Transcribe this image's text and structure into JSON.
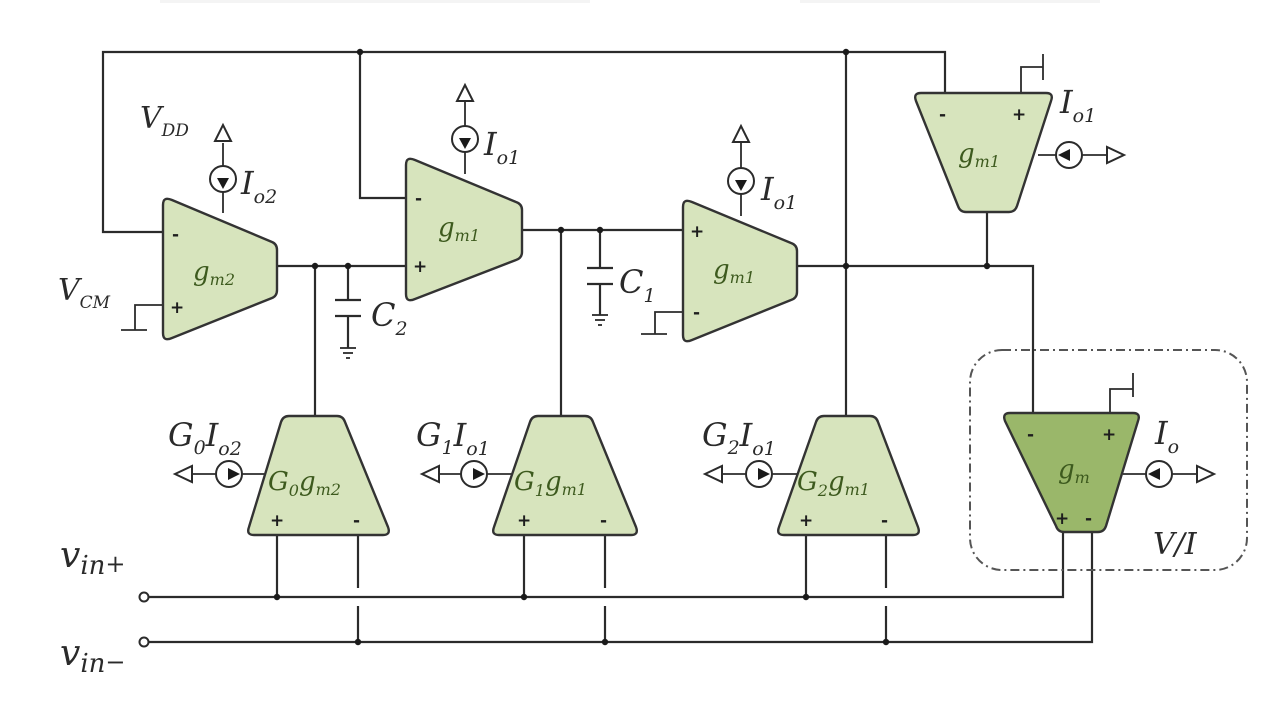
{
  "diagram": {
    "type": "circuit-schematic",
    "colors": {
      "ota_fill": "#d7e4bd",
      "ota_fill_highlight": "#9ab76a",
      "wire": "#2b2b2b"
    },
    "supply_label": {
      "base": "V",
      "sub": "DD"
    },
    "common_mode_label": {
      "base": "V",
      "sub": "CM"
    },
    "capacitors": [
      {
        "base": "C",
        "sub": "2"
      },
      {
        "base": "C",
        "sub": "1"
      }
    ],
    "inputs": {
      "plus": {
        "base": "v",
        "sub": "in",
        "sup": "+"
      },
      "minus": {
        "base": "v",
        "sub": "in",
        "sup": "−"
      }
    },
    "otas": [
      {
        "id": "ota-gm2",
        "gain": {
          "pre": "",
          "pre_sub": "",
          "base": "g",
          "sub": "m2"
        },
        "bias": {
          "base": "I",
          "sub": "o2"
        },
        "pins": [
          "-",
          "+"
        ]
      },
      {
        "id": "ota-gm1-a",
        "gain": {
          "pre": "",
          "pre_sub": "",
          "base": "g",
          "sub": "m1"
        },
        "bias": {
          "base": "I",
          "sub": "o1"
        },
        "pins": [
          "-",
          "+"
        ]
      },
      {
        "id": "ota-gm1-b",
        "gain": {
          "pre": "",
          "pre_sub": "",
          "base": "g",
          "sub": "m1"
        },
        "bias": {
          "base": "I",
          "sub": "o1"
        },
        "pins": [
          "+",
          "-"
        ]
      },
      {
        "id": "ota-gm1-c",
        "gain": {
          "pre": "",
          "pre_sub": "",
          "base": "g",
          "sub": "m1"
        },
        "bias": {
          "base": "I",
          "sub": "o1"
        },
        "pins": [
          "-",
          "+"
        ]
      },
      {
        "id": "ota-g0gm2",
        "gain": {
          "pre": "G",
          "pre_sub": "0",
          "base": "g",
          "sub": "m2"
        },
        "bias": {
          "pre": "G",
          "pre_sub": "0",
          "base": "I",
          "sub": "o2"
        },
        "pins": [
          "+",
          "-"
        ]
      },
      {
        "id": "ota-g1gm1",
        "gain": {
          "pre": "G",
          "pre_sub": "1",
          "base": "g",
          "sub": "m1"
        },
        "bias": {
          "pre": "G",
          "pre_sub": "1",
          "base": "I",
          "sub": "o1"
        },
        "pins": [
          "+",
          "-"
        ]
      },
      {
        "id": "ota-g2gm1",
        "gain": {
          "pre": "G",
          "pre_sub": "2",
          "base": "g",
          "sub": "m1"
        },
        "bias": {
          "pre": "G",
          "pre_sub": "2",
          "base": "I",
          "sub": "o1"
        },
        "pins": [
          "+",
          "-"
        ]
      },
      {
        "id": "ota-gm",
        "gain": {
          "pre": "",
          "pre_sub": "",
          "base": "g",
          "sub": "m"
        },
        "bias": {
          "base": "I",
          "sub": "o"
        },
        "pins": [
          "-",
          "+",
          "+",
          "-"
        ]
      }
    ],
    "vi_block_label": "V/I"
  }
}
